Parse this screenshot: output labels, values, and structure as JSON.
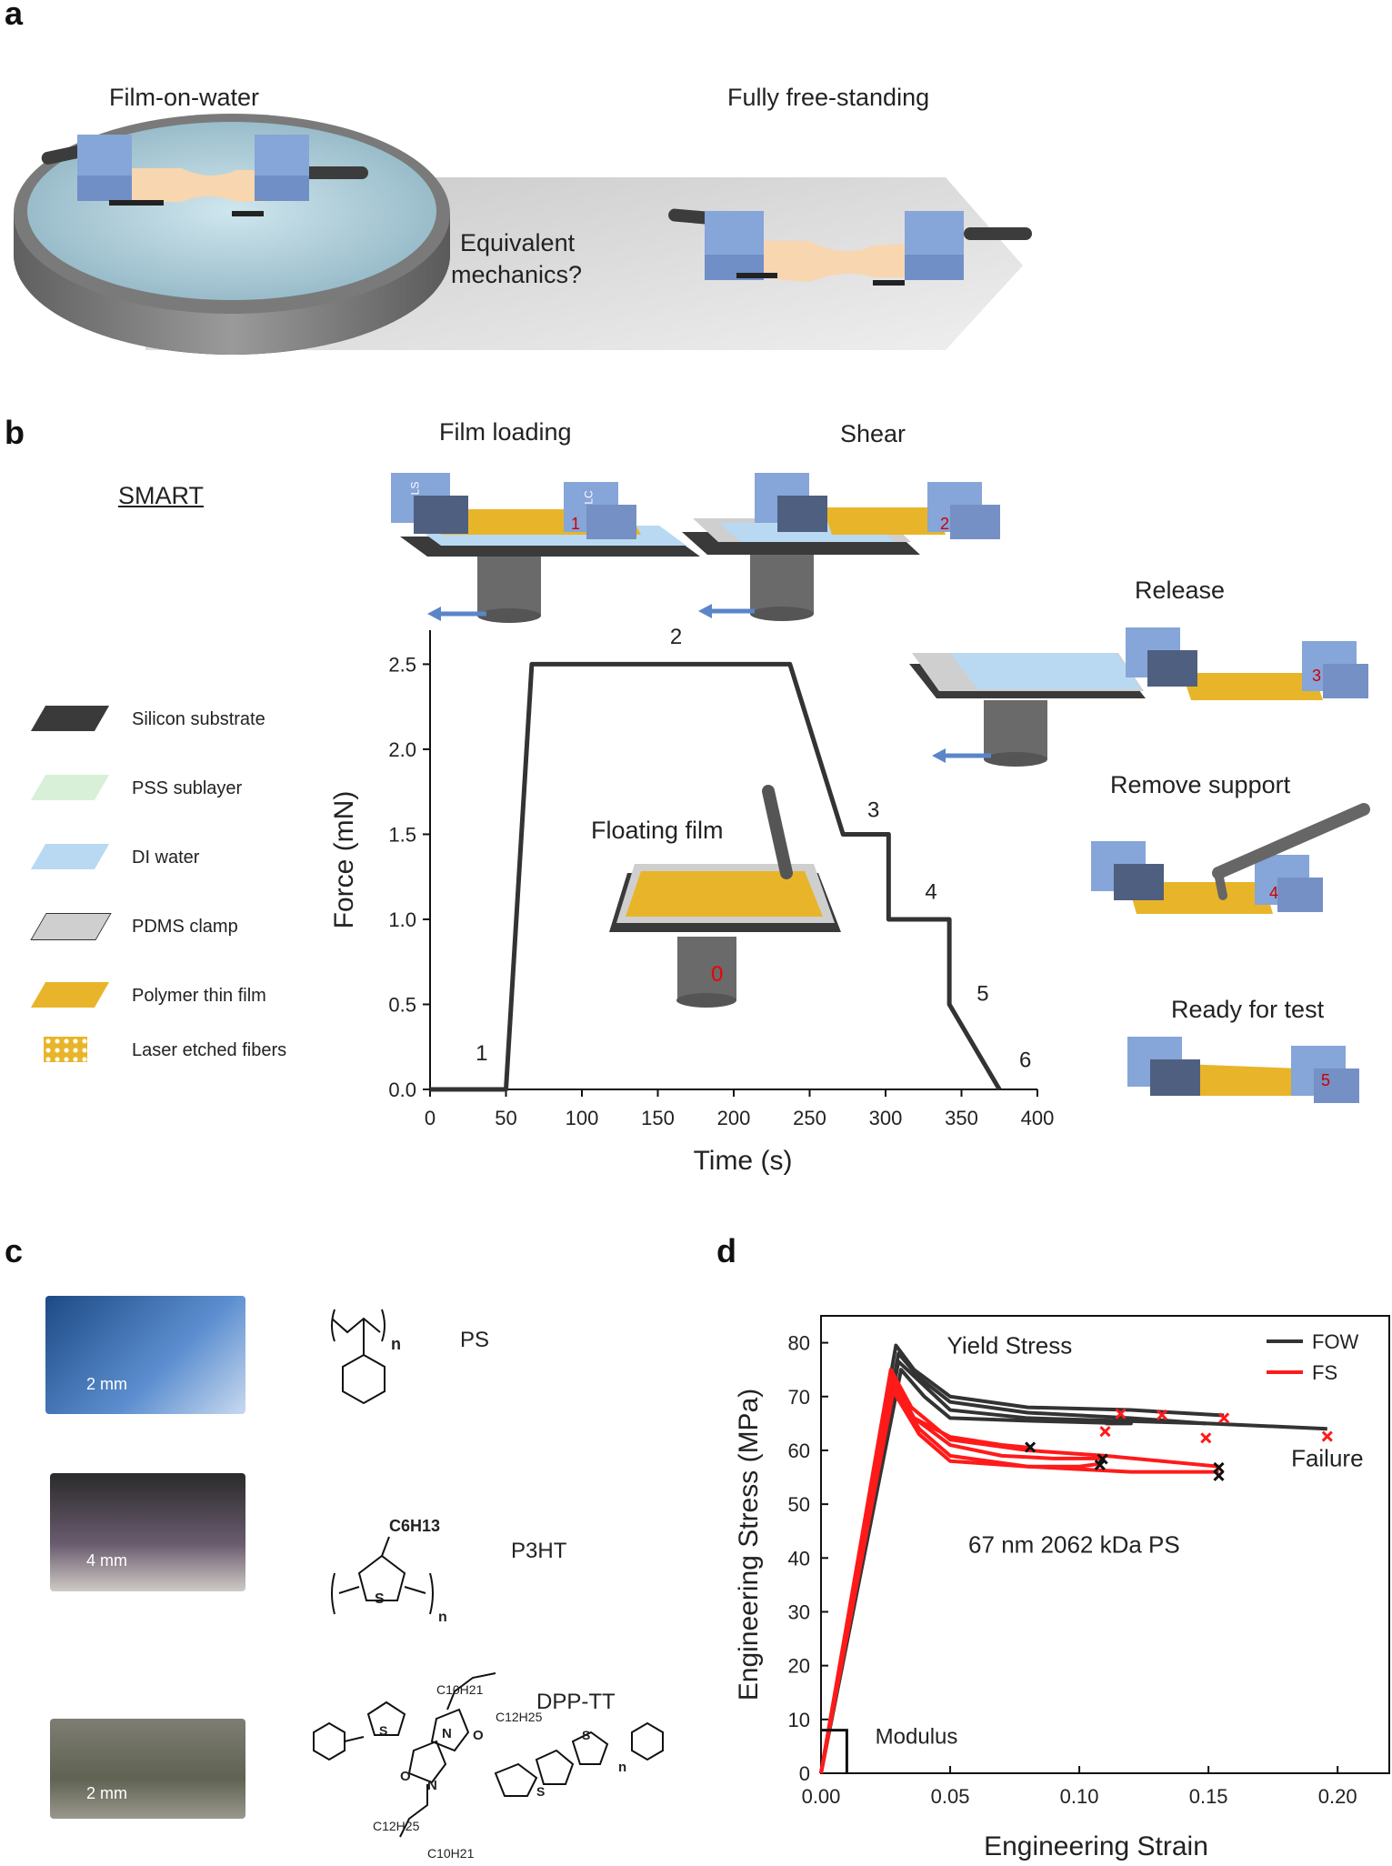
{
  "panels": {
    "a": {
      "letter": "a",
      "left_title": "Film-on-water",
      "right_title": "Fully free-standing",
      "question_line1": "Equivalent",
      "question_line2": "mechanics?"
    },
    "b": {
      "letter": "b",
      "smart_label": "SMART",
      "step_titles": {
        "film_loading": "Film loading",
        "shear": "Shear",
        "release": "Release",
        "remove_support": "Remove support",
        "ready_for_test": "Ready for test",
        "floating_film": "Floating film"
      },
      "step_numbers": [
        "0",
        "1",
        "2",
        "3",
        "4",
        "5"
      ],
      "clamp_labels": {
        "left": "LS",
        "right": "LC"
      },
      "legend": [
        {
          "label": "Silicon substrate",
          "color": "#3a3a3a"
        },
        {
          "label": "PSS sublayer",
          "color": "#d8f0d8"
        },
        {
          "label": "DI water",
          "color": "#b9d9f2"
        },
        {
          "label": "PDMS clamp",
          "color": "#cfcfcf"
        },
        {
          "label": "Polymer thin film",
          "color": "#e8b52a"
        },
        {
          "label": "Laser etched fibers",
          "color": "#e8b52a"
        }
      ]
    },
    "c": {
      "letter": "c",
      "materials": [
        {
          "name": "PS",
          "scale": "2 mm",
          "subscript": "n"
        },
        {
          "name": "P3HT",
          "scale": "4 mm",
          "substituent": "C6H13",
          "subscript": "n",
          "atom": "S"
        },
        {
          "name": "DPP-TT",
          "scale": "2 mm",
          "substituents": [
            "C10H21",
            "C12H25",
            "C12H25",
            "C10H21"
          ],
          "subscript": "n",
          "atoms": [
            "O",
            "N",
            "O",
            "N",
            "S",
            "S",
            "S"
          ]
        }
      ]
    },
    "d": {
      "letter": "d",
      "annotations": {
        "yield": "Yield Stress",
        "failure": "Failure",
        "sample": "67 nm 2062 kDa PS",
        "modulus": "Modulus"
      }
    }
  },
  "chart_data": [
    {
      "type": "line",
      "panel": "b",
      "xlabel": "Time (s)",
      "ylabel": "Force (mN)",
      "xlim": [
        0,
        400
      ],
      "ylim": [
        0,
        2.7
      ],
      "xticks": [
        0,
        50,
        100,
        150,
        200,
        250,
        300,
        350,
        400
      ],
      "yticks": [
        0.0,
        0.5,
        1.0,
        1.5,
        2.0,
        2.5
      ],
      "series": [
        {
          "x": [
            0,
            50,
            67,
            237,
            272,
            302,
            302,
            342,
            342,
            375
          ],
          "y": [
            0,
            0,
            2.5,
            2.5,
            1.5,
            1.5,
            1.0,
            1.0,
            0.5,
            0
          ]
        }
      ],
      "point_labels": [
        {
          "text": "1",
          "x": 34,
          "y": 0.17
        },
        {
          "text": "2",
          "x": 162,
          "y": 2.62
        },
        {
          "text": "3",
          "x": 292,
          "y": 1.6
        },
        {
          "text": "4",
          "x": 330,
          "y": 1.12
        },
        {
          "text": "5",
          "x": 364,
          "y": 0.52
        },
        {
          "text": "6",
          "x": 392,
          "y": 0.13
        }
      ]
    },
    {
      "type": "line",
      "panel": "d",
      "xlabel": "Engineering Strain",
      "ylabel": "Engineering Stress (MPa)",
      "xlim": [
        0,
        0.22
      ],
      "ylim": [
        0,
        85
      ],
      "xticks": [
        0.0,
        0.05,
        0.1,
        0.15,
        0.2
      ],
      "yticks": [
        0,
        10,
        20,
        30,
        40,
        50,
        60,
        70,
        80
      ],
      "legend_position": "top-right",
      "series": [
        {
          "name": "FOW",
          "color": "#333333",
          "curves": [
            {
              "x": [
                0,
                0.029,
                0.036,
                0.05,
                0.08,
                0.12,
                0.156
              ],
              "y": [
                0,
                79.5,
                75,
                70,
                68,
                67.5,
                66.5
              ]
            },
            {
              "x": [
                0,
                0.03,
                0.038,
                0.05,
                0.08,
                0.12,
                0.149
              ],
              "y": [
                0,
                78,
                73.5,
                69,
                67,
                66,
                65
              ]
            },
            {
              "x": [
                0,
                0.03,
                0.04,
                0.05,
                0.08,
                0.15,
                0.196
              ],
              "y": [
                0,
                76.5,
                72,
                67.5,
                66,
                65,
                64
              ]
            },
            {
              "x": [
                0,
                0.031,
                0.04,
                0.05,
                0.08,
                0.12,
                0.11
              ],
              "y": [
                0,
                75,
                70,
                66,
                65.5,
                65,
                65
              ]
            }
          ]
        },
        {
          "name": "FS",
          "color": "#ff1a1a",
          "curves": [
            {
              "x": [
                0,
                0.027,
                0.035,
                0.05,
                0.08,
                0.11,
                0.154
              ],
              "y": [
                0,
                75,
                68,
                62,
                60,
                59,
                57
              ]
            },
            {
              "x": [
                0,
                0.027,
                0.036,
                0.05,
                0.07,
                0.09,
                0.11
              ],
              "y": [
                0,
                74,
                66,
                61,
                59,
                58.5,
                58.5
              ]
            },
            {
              "x": [
                0,
                0.028,
                0.036,
                0.05,
                0.07,
                0.081
              ],
              "y": [
                0,
                73,
                66,
                62.5,
                61,
                60.5
              ]
            },
            {
              "x": [
                0,
                0.028,
                0.038,
                0.05,
                0.08,
                0.12,
                0.154
              ],
              "y": [
                0,
                72,
                64,
                59,
                57,
                56,
                56
              ]
            },
            {
              "x": [
                0,
                0.028,
                0.038,
                0.05,
                0.08,
                0.1,
                0.108
              ],
              "y": [
                0,
                71,
                63,
                58,
                57,
                57,
                57.5
              ]
            }
          ]
        }
      ],
      "failure_markers": [
        {
          "x": 0.116,
          "y": 66.8,
          "color": "#ff1a1a"
        },
        {
          "x": 0.132,
          "y": 66.6,
          "color": "#ff1a1a"
        },
        {
          "x": 0.156,
          "y": 66.0,
          "color": "#ff1a1a"
        },
        {
          "x": 0.11,
          "y": 63.5,
          "color": "#ff1a1a"
        },
        {
          "x": 0.149,
          "y": 62.3,
          "color": "#ff1a1a"
        },
        {
          "x": 0.196,
          "y": 62.6,
          "color": "#ff1a1a"
        },
        {
          "x": 0.081,
          "y": 60.6,
          "color": "#111111"
        },
        {
          "x": 0.109,
          "y": 58.4,
          "color": "#111111"
        },
        {
          "x": 0.108,
          "y": 57.3,
          "color": "#111111"
        },
        {
          "x": 0.154,
          "y": 56.8,
          "color": "#111111"
        },
        {
          "x": 0.154,
          "y": 55.3,
          "color": "#111111"
        }
      ]
    }
  ]
}
